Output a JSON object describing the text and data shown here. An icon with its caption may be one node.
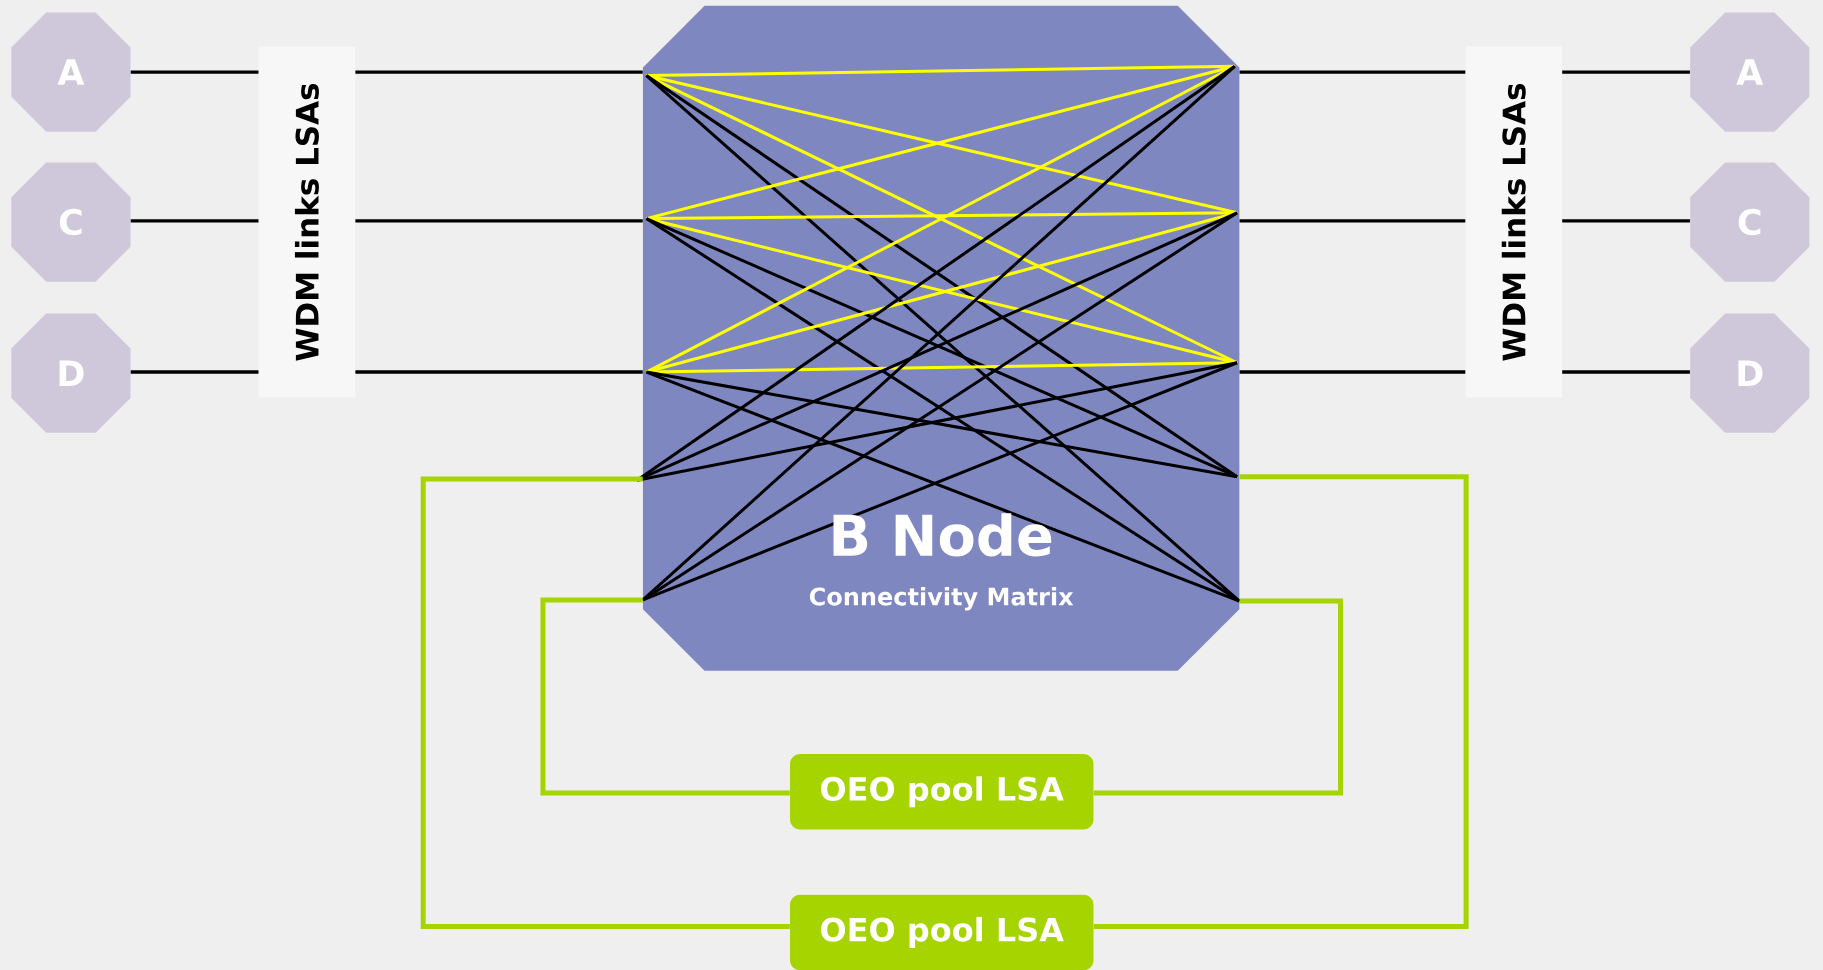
{
  "diagram": {
    "nodes": [
      {
        "text": [
          "A"
        ]
      },
      {
        "text": [
          "C"
        ]
      },
      {
        "text": [
          "D"
        ]
      },
      {
        "text": [
          "A"
        ]
      },
      {
        "text": [
          "C"
        ]
      },
      {
        "text": [
          "D"
        ]
      },
      {
        "text": [
          "WDM links LSAs"
        ]
      },
      {
        "text": [
          "WDM links LSAs"
        ]
      },
      {
        "text": [
          "B Node",
          "Connectivity Matrix"
        ]
      },
      {
        "text": [
          "OEO pool LSA"
        ]
      },
      {
        "text": [
          "OEO pool LSA"
        ]
      }
    ],
    "edges": [
      {
        "from": 0,
        "to": 6,
        "arrow": "none"
      },
      {
        "from": 6,
        "to": 8,
        "arrow": "none"
      },
      {
        "from": 1,
        "to": 6,
        "arrow": "none"
      },
      {
        "from": 6,
        "to": 8,
        "arrow": "none"
      },
      {
        "from": 2,
        "to": 6,
        "arrow": "none"
      },
      {
        "from": 6,
        "to": 8,
        "arrow": "none"
      },
      {
        "from": 8,
        "to": 7,
        "arrow": "none"
      },
      {
        "from": 7,
        "to": 3,
        "arrow": "none"
      },
      {
        "from": 8,
        "to": 7,
        "arrow": "none"
      },
      {
        "from": 7,
        "to": 4,
        "arrow": "none"
      },
      {
        "from": 8,
        "to": 7,
        "arrow": "none"
      },
      {
        "from": 7,
        "to": 5,
        "arrow": "none"
      },
      {
        "from": 8,
        "to": 9,
        "arrow": "none",
        "color": "#a6d400"
      },
      {
        "from": 8,
        "to": 10,
        "arrow": "none",
        "color": "#a6d400"
      },
      {
        "from": 8,
        "to": 9,
        "arrow": "none",
        "color": "#a6d400"
      },
      {
        "from": 8,
        "to": 10,
        "arrow": "none",
        "color": "#a6d400"
      }
    ]
  }
}
